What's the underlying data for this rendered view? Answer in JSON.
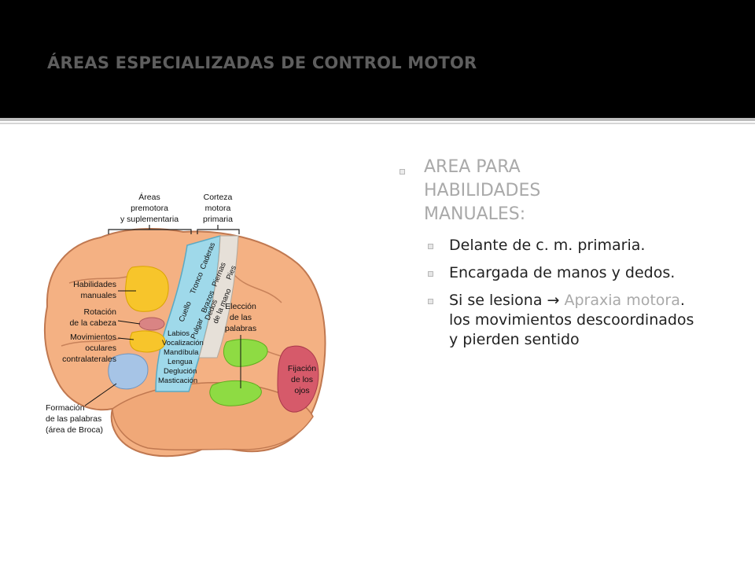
{
  "slide": {
    "title": "ÁREAS ESPECIALIZADAS DE CONTROL MOTOR"
  },
  "figure": {
    "premotor_label": [
      "Áreas",
      "premotora",
      "y suplementaria"
    ],
    "motor_label": [
      "Corteza",
      "motora",
      "primaria"
    ],
    "left_labels": {
      "manual": [
        "Habilidades",
        "manuales"
      ],
      "head": [
        "Rotación",
        "de la cabeza"
      ],
      "eyes": [
        "Movimientos",
        "oculares",
        "contralaterales"
      ],
      "broca": [
        "Formación",
        "de las palabras",
        "(área de Broca)"
      ]
    },
    "motor_strip_labels": [
      "Cuello",
      "Tronco",
      "Caderas",
      "Pulgar",
      "Brazos",
      "Piernas",
      "Dedos",
      "de la mano",
      "Pies"
    ],
    "lower_labels": [
      "Labios",
      "Vocalización",
      "Mandíbula",
      "Lengua",
      "Deglución",
      "Masticación"
    ],
    "word_choice": [
      "Elección",
      "de las",
      "palabras"
    ],
    "eye_fixation": [
      "Fijación",
      "de los",
      "ojos"
    ]
  },
  "content": {
    "heading": "AREA PARA HABILIDADES MANUALES:",
    "items": {
      "first": "Delante de c. m. primaria.",
      "second": "Encargada de manos y dedos.",
      "third_a": "Si se lesiona ",
      "third_arrow": "→",
      "third_b": " Apraxia motora",
      "third_c": ". los movimientos descoordinados y pierden sentido"
    }
  }
}
